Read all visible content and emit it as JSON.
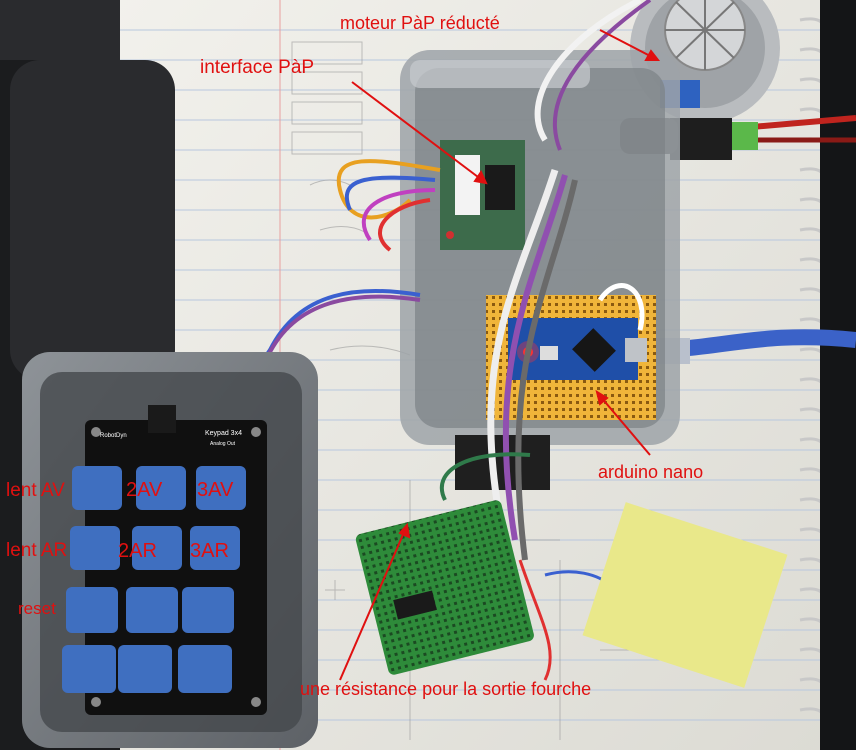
{
  "annotations": {
    "motor": "moteur PàP réducté",
    "interface": "interface PàP",
    "arduino": "arduino nano",
    "resistor": "une résistance pour la sortie fourche",
    "key_slow_fwd": "lent AV",
    "key_2fwd": "2AV",
    "key_3fwd": "3AV",
    "key_slow_back": "lent AR",
    "key_2back": "2AR",
    "key_3back": "3AR",
    "key_reset": "reset"
  },
  "keypad": {
    "brand": "RobotDyn",
    "model": "Keypad 3x4",
    "subtitle": "Analog Out"
  },
  "colors": {
    "annotation": "#e01010",
    "key_blue": "#3f6fc0",
    "breadboard": "#2e8b3a",
    "arduino_board": "#1f4fa8",
    "paper": "#ecebe6"
  }
}
